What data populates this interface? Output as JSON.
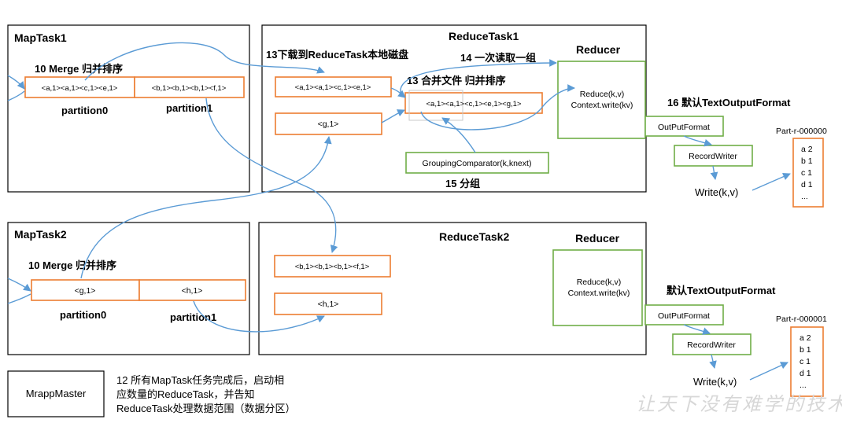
{
  "map_tasks": [
    {
      "title": "MapTask1",
      "merge_label": "10 Merge 归并排序",
      "partitions": [
        {
          "content": "<a,1><a,1><c,1><e,1>",
          "label": "partition0"
        },
        {
          "content": "<b,1><b,1><b,1><f,1>",
          "label": "partition1"
        }
      ]
    },
    {
      "title": "MapTask2",
      "merge_label": "10 Merge 归并排序",
      "partitions": [
        {
          "content": "<g,1>",
          "label": "partition0"
        },
        {
          "content": "<h,1>",
          "label": "partition1"
        }
      ]
    }
  ],
  "reduce_task1": {
    "title": "ReduceTask1",
    "download_label": "13下载到ReduceTask本地磁盘",
    "read_label": "14 一次读取一组",
    "merge_label": "13 合并文件 归并排序",
    "group_label": "15 分组",
    "file1": "<a,1><a,1><c,1><e,1>",
    "file2": "<g,1>",
    "merged": "<a,1><a,1><c,1><e,1><g,1>",
    "grouping": "GroupingComparator(k,knext)",
    "reducer": {
      "title": "Reducer",
      "line1": "Reduce(k,v)",
      "line2": "Context.write(kv)"
    },
    "output_label": "16 默认TextOutputFormat",
    "output_format": "OutPutFormat",
    "record_writer": "RecordWriter",
    "write": "Write(k,v)",
    "part": {
      "name": "Part-r-000000",
      "lines": [
        "a 2",
        "b 1",
        "c 1",
        "d 1",
        "..."
      ]
    }
  },
  "reduce_task2": {
    "title": "ReduceTask2",
    "file1": "<b,1><b,1><b,1><f,1>",
    "file2": "<h,1>",
    "reducer": {
      "title": "Reducer",
      "line1": "Reduce(k,v)",
      "line2": "Context.write(kv)"
    },
    "output_label": "默认TextOutputFormat",
    "output_format": "OutPutFormat",
    "record_writer": "RecordWriter",
    "write": "Write(k,v)",
    "part": {
      "name": "Part-r-000001",
      "lines": [
        "a 2",
        "b 1",
        "c 1",
        "d 1",
        "..."
      ]
    }
  },
  "master": {
    "title": "MrappMaster",
    "note_lines": [
      "12 所有MapTask任务完成后，启动相",
      "应数量的ReduceTask，并告知",
      "ReduceTask处理数据范围（数据分区）"
    ]
  },
  "watermark": "让天下没有难学的技术",
  "colors": {
    "orange": "#ed7d31",
    "green": "#70ad47",
    "blue": "#5b9bd5",
    "frame": "#000000"
  }
}
